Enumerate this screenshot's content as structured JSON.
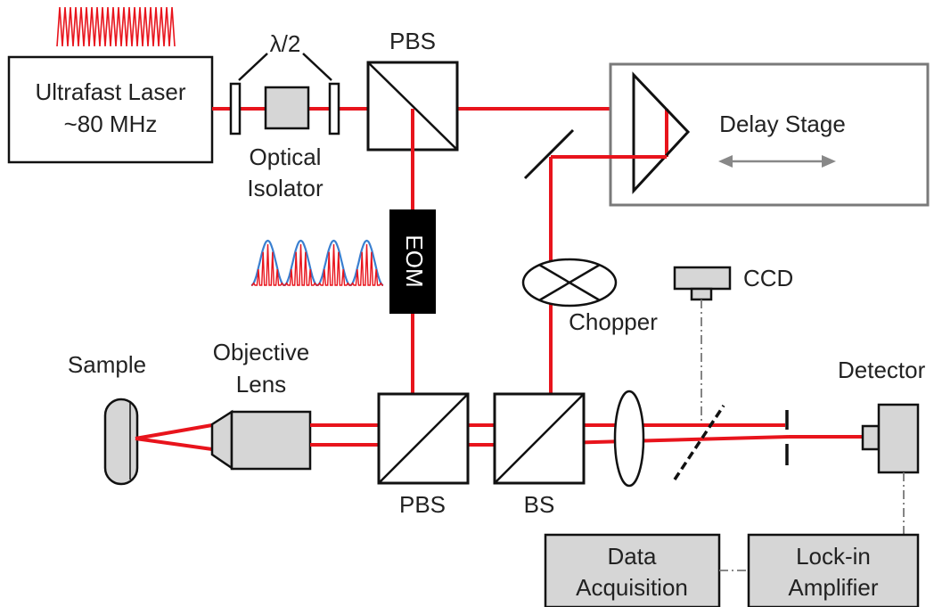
{
  "labels": {
    "laser_line1": "Ultrafast Laser",
    "laser_line2": "~80 MHz",
    "half_wave": "λ/2",
    "isolator_line1": "Optical",
    "isolator_line2": "Isolator",
    "pbs_top": "PBS",
    "delay_stage": "Delay Stage",
    "eom": "EOM",
    "ccd": "CCD",
    "chopper": "Chopper",
    "sample": "Sample",
    "objective_line1": "Objective",
    "objective_line2": "Lens",
    "pbs_bottom": "PBS",
    "bs": "BS",
    "detector": "Detector",
    "daq_line1": "Data",
    "daq_line2": "Acquisition",
    "lockin_line1": "Lock-in",
    "lockin_line2": "Amplifier"
  },
  "colors": {
    "beam": "#e8141c",
    "pulse_red": "#e8141c",
    "pulse_blue": "#3a7fd0",
    "component_fill": "#d6d6d6",
    "outline": "#111111",
    "dashed_link": "#777777"
  }
}
